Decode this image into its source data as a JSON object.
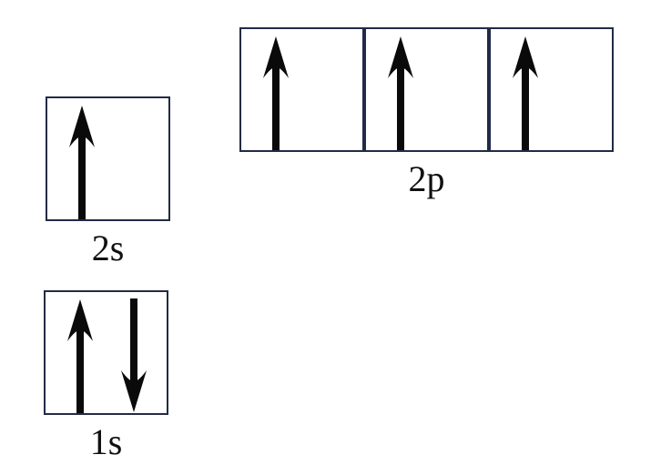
{
  "diagram": {
    "type": "orbital-filling-diagram",
    "background_color": "#ffffff",
    "box_border_color": "#222b45",
    "arrow_color": "#0a0a0a",
    "label_color": "#111111",
    "orbitals": [
      {
        "id": "2p",
        "label": "2p",
        "boxes": [
          [
            "up"
          ],
          [
            "up"
          ],
          [
            "up"
          ]
        ]
      },
      {
        "id": "2s",
        "label": "2s",
        "boxes": [
          [
            "up"
          ]
        ]
      },
      {
        "id": "1s",
        "label": "1s",
        "boxes": [
          [
            "up",
            "down"
          ]
        ]
      }
    ],
    "icons": {
      "up": "electron-up-arrow-icon",
      "down": "electron-down-arrow-icon"
    }
  }
}
